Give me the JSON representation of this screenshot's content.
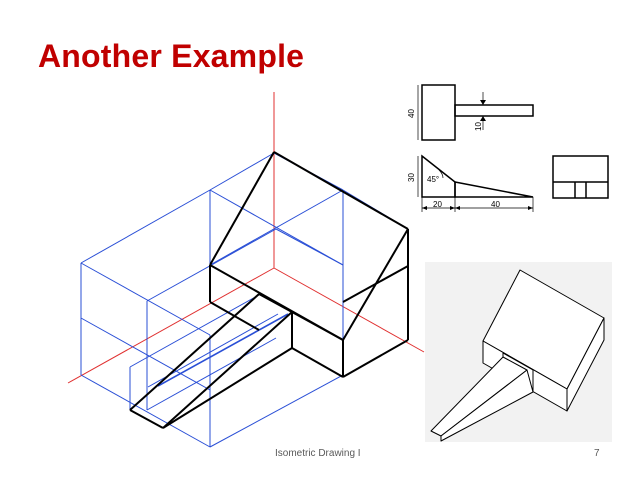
{
  "slide": {
    "title": "Another Example",
    "footer_title": "Isometric Drawing I",
    "page_number": "7"
  },
  "colors": {
    "title": "#c00000",
    "construction_box": "#2a4fd6",
    "axes": "#e03030",
    "object_lines": "#000000",
    "render_background": "#f2f2f2"
  },
  "orthographic_views": {
    "top_view": {
      "dim_height": "40",
      "dim_stem": "10"
    },
    "front_view": {
      "dim_height": "30",
      "dim_angle": "45°",
      "dim_left_width": "20",
      "dim_right_width": "40"
    }
  }
}
